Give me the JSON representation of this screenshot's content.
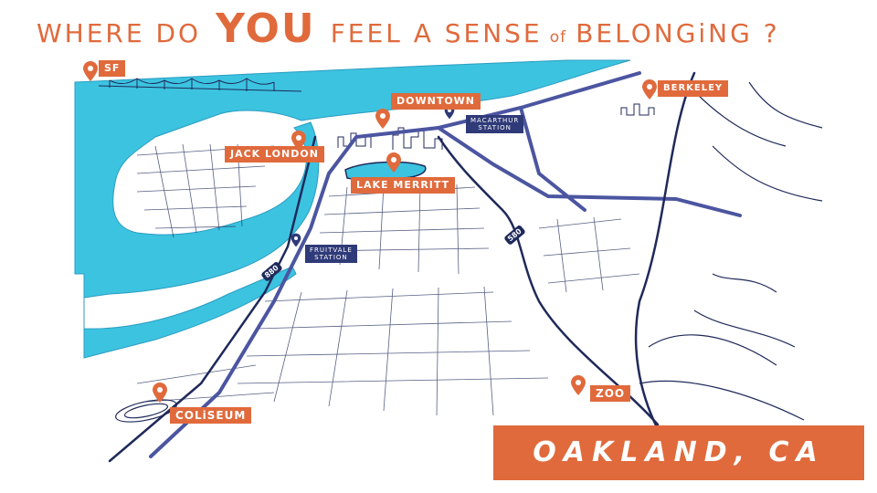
{
  "headline": {
    "part1": "WHERE DO",
    "part2": "YOU",
    "part3": "FEEL A SENSE",
    "part4": "of",
    "part5": "BELONGiNG ?"
  },
  "places": {
    "sf": "SF",
    "berkeley": "BERKELEY",
    "downtown": "DOWNTOWN",
    "jack_london": "JACK LONDON",
    "lake_merritt": "LAKE MERRITT",
    "coliseum": "COLiSEUM",
    "zoo": "ZOO"
  },
  "stations": {
    "macarthur": {
      "line1": "MACARTHUR",
      "line2": "STATION"
    },
    "fruitvale": {
      "line1": "FRUITVALE",
      "line2": "STATION"
    }
  },
  "highways": {
    "i880": "880",
    "i580": "580"
  },
  "banner": "OAKLAND, CA",
  "colors": {
    "water": "#3cc3e0",
    "accent": "#e06a3c",
    "road": "#1f2a5a",
    "bart": "#4b55a0"
  },
  "icons": [
    "location-pin-icon",
    "highway-shield-icon"
  ]
}
